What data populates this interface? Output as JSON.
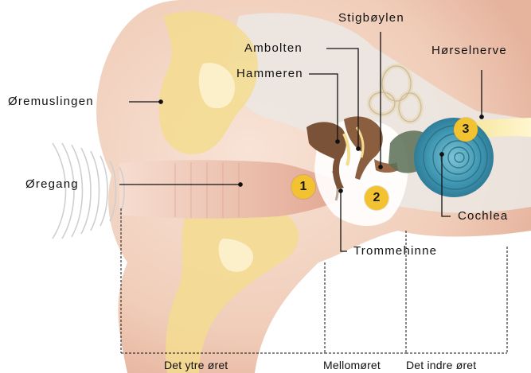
{
  "labels": {
    "outer_ear": "Øremuslingen",
    "ear_canal": "Øregang",
    "anvil": "Ambolten",
    "hammer": "Hammeren",
    "stirrup": "Stigbøylen",
    "eardrum": "Trommehinne",
    "auditory_nerve": "Hørselnerve",
    "cochlea": "Cochlea"
  },
  "sections": {
    "outer": "Det ytre øret",
    "middle": "Mellomøret",
    "inner": "Det indre øret"
  },
  "badges": [
    "1",
    "2",
    "3"
  ],
  "colors": {
    "skin": "#f3d6c6",
    "skin_dark": "#e7b9a4",
    "cartilage": "#f3dc8f",
    "bone": "#7a5238",
    "cochlea": "#4aa6bf",
    "nerve": "#f4e08a",
    "badge": "#f2c230"
  }
}
